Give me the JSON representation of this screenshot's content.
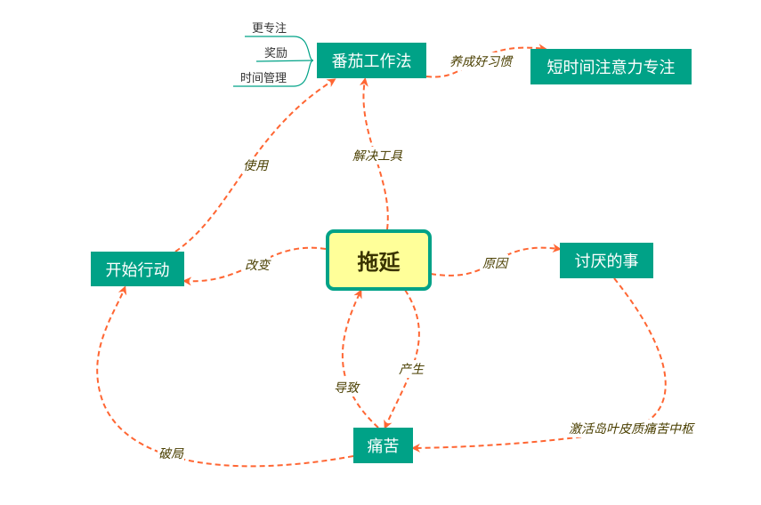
{
  "colors": {
    "node": "#00a287",
    "center_fill": "#ffff99",
    "edge": "#ff6633"
  },
  "center": {
    "label": "拖延"
  },
  "nodes": {
    "pomodoro": "番茄工作法",
    "focus": "短时间注意力专注",
    "start": "开始行动",
    "dislike": "讨厌的事",
    "pain": "痛苦"
  },
  "pomodoro_subtopics": [
    "更专注",
    "奖励",
    "时间管理"
  ],
  "edges": {
    "center_to_pomodoro": "解决工具",
    "start_to_pomodoro": "使用",
    "pomodoro_to_focus": "养成好习惯",
    "center_to_start": "改变",
    "center_to_dislike": "原因",
    "center_to_pain": "产生",
    "pain_to_center": "导致",
    "dislike_to_pain": "激活岛叶皮质痛苦中枢",
    "pain_to_start": "破局"
  }
}
